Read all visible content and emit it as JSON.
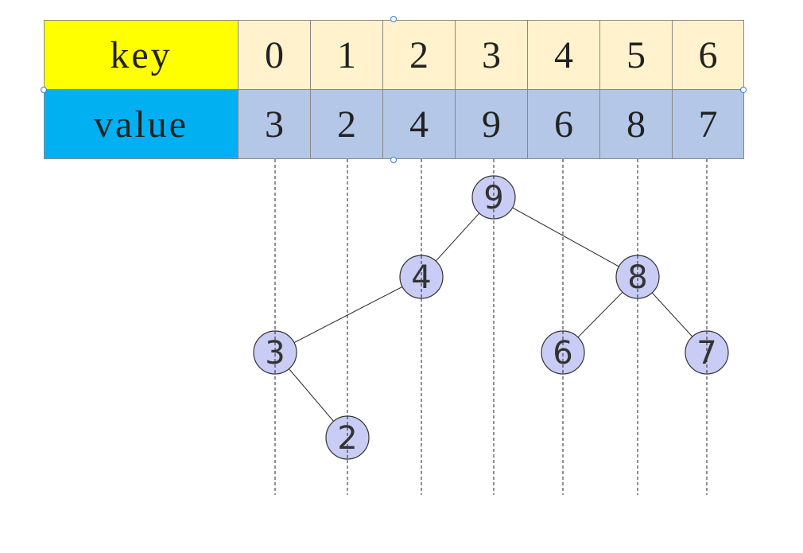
{
  "table": {
    "key_label": "key",
    "value_label": "value",
    "keys": [
      "0",
      "1",
      "2",
      "3",
      "4",
      "5",
      "6"
    ],
    "values": [
      "3",
      "2",
      "4",
      "9",
      "6",
      "8",
      "7"
    ]
  },
  "tree": {
    "nodes": [
      {
        "id": "n9",
        "label": "9",
        "key_index": 3
      },
      {
        "id": "n4",
        "label": "4",
        "key_index": 2
      },
      {
        "id": "n8",
        "label": "8",
        "key_index": 5
      },
      {
        "id": "n3",
        "label": "3",
        "key_index": 0
      },
      {
        "id": "n6",
        "label": "6",
        "key_index": 4
      },
      {
        "id": "n7",
        "label": "7",
        "key_index": 6
      },
      {
        "id": "n2",
        "label": "2",
        "key_index": 1
      }
    ],
    "edges": [
      [
        "n9",
        "n4"
      ],
      [
        "n9",
        "n8"
      ],
      [
        "n4",
        "n3"
      ],
      [
        "n8",
        "n6"
      ],
      [
        "n8",
        "n7"
      ],
      [
        "n3",
        "n2"
      ]
    ]
  },
  "colors": {
    "key_label_bg": "#ffff00",
    "value_label_bg": "#00b0f0",
    "key_cell_bg": "#fff2cc",
    "value_cell_bg": "#b4c7e7",
    "node_fill": "#c9cdf5",
    "node_stroke": "#333333"
  }
}
